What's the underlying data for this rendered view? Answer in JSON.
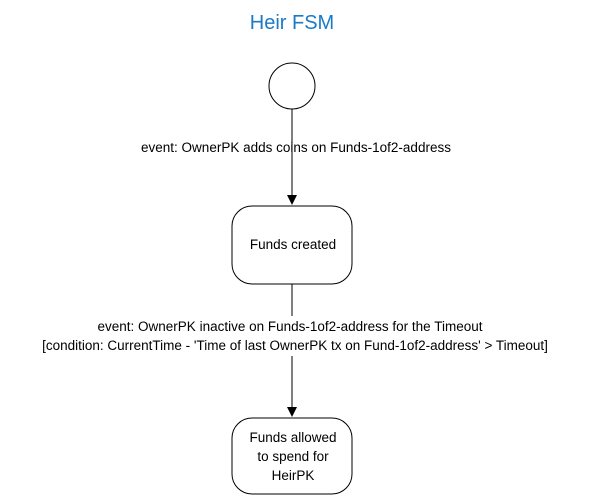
{
  "title": "Heir FSM",
  "accent_color": "#1a7ac8",
  "initial_state": {
    "kind": "initial-pseudostate"
  },
  "transitions": [
    {
      "event": "event: OwnerPK adds coins on Funds-1of2-address"
    },
    {
      "event": "event: OwnerPK inactive on Funds-1of2-address for the Timeout",
      "condition": "[condition: CurrentTime - 'Time of last OwnerPK tx on Fund-1of2-address' > Timeout]"
    }
  ],
  "states": [
    {
      "lines": [
        "Funds created"
      ]
    },
    {
      "lines": [
        "Funds allowed",
        "to spend for",
        "HeirPK"
      ]
    }
  ]
}
